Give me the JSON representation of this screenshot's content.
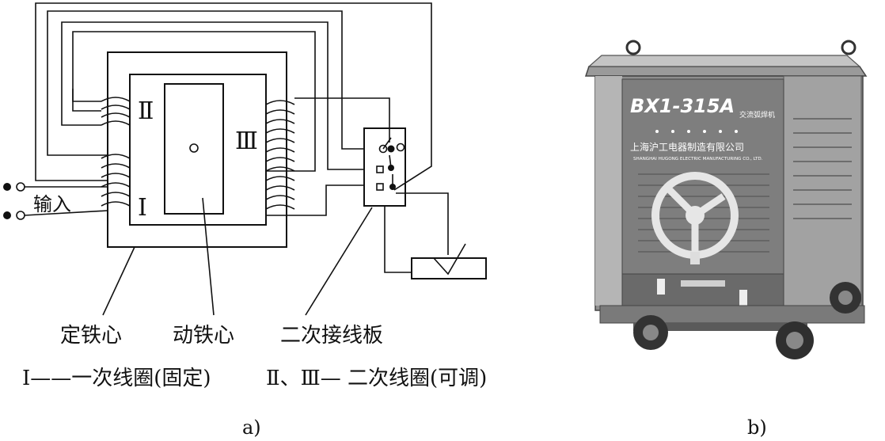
{
  "diagram": {
    "input_label": "输入",
    "coil_labels": {
      "primary": "Ⅰ",
      "secondary_a": "Ⅱ",
      "secondary_b": "Ⅲ"
    },
    "callouts": {
      "fixed_core": "定铁心",
      "moving_core": "动铁心",
      "terminal_board": "二次接线板"
    },
    "legend": {
      "primary": "Ⅰ——一次线圈(固定)",
      "secondary": "Ⅱ、Ⅲ— 二次线圈(可调)"
    },
    "caption": "a)"
  },
  "photo": {
    "model": "BX1-315A",
    "model_sub": "交流弧焊机",
    "maker_cn": "上海沪工电器制造有限公司",
    "maker_en": "SHANGHAI HUGONG ELECTRIC MANUFACTURING CO., LTD.",
    "caption": "b)"
  },
  "colors": {
    "ink": "#111111",
    "paper": "#ffffff",
    "machine_body": "#8a8a8a"
  }
}
